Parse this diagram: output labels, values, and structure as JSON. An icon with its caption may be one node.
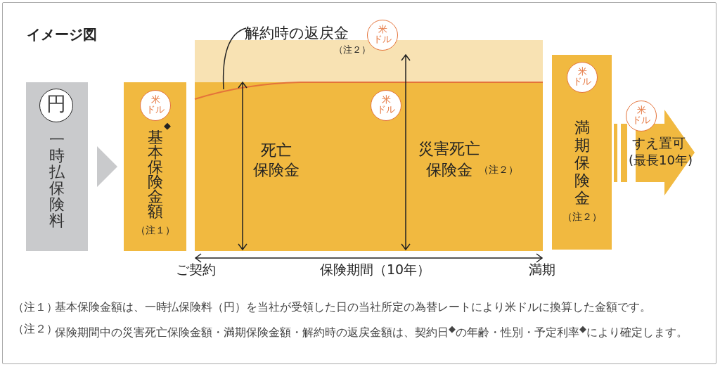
{
  "diagram": {
    "title": "イメージ図",
    "nodes": [
      {
        "text": [
          "一時払保険料"
        ]
      },
      {
        "text": [
          "円"
        ],
        "in": 0
      },
      {
        "text": [
          "◆",
          "基本保険金額",
          "（注１）"
        ]
      },
      {
        "text": [
          "米ドル"
        ],
        "in": 2
      },
      {
        "text": [
          "死亡保険金",
          "災害死亡保険金",
          "（注２）"
        ]
      },
      {
        "text": [
          "米ドル"
        ],
        "in": 4
      },
      {
        "text": [
          "解約時の返戻金"
        ],
        "beside": [
          "（注２）"
        ]
      },
      {
        "text": [
          "米ドル"
        ]
      },
      {
        "text": [
          "満期保険金",
          "（注２）"
        ]
      },
      {
        "text": [
          "米ドル"
        ],
        "in": 8
      },
      {
        "text": [
          "すえ置可",
          "(最長10年)"
        ]
      },
      {
        "text": [
          "米ドル"
        ]
      }
    ],
    "edges": [
      {
        "from": 0,
        "to": 2,
        "arrow": "to"
      },
      {
        "from": 6,
        "to": null,
        "arrow": "none"
      }
    ],
    "labels": [
      "ご契約",
      "保険期間（10年）",
      "満期",
      "（注１）",
      "基本保険金額は、一時払保険料（円）を当社が受領した日の当社所定の為替レートにより米ドルに換算した金額です。",
      "（注２）",
      "保険期間中の災害死亡保険金額・満期保険金額・解約時の返戻金額は、契約日$^{◆}$の年齢・性別・予定利率$^{◆}$により確定します。"
    ]
  }
}
